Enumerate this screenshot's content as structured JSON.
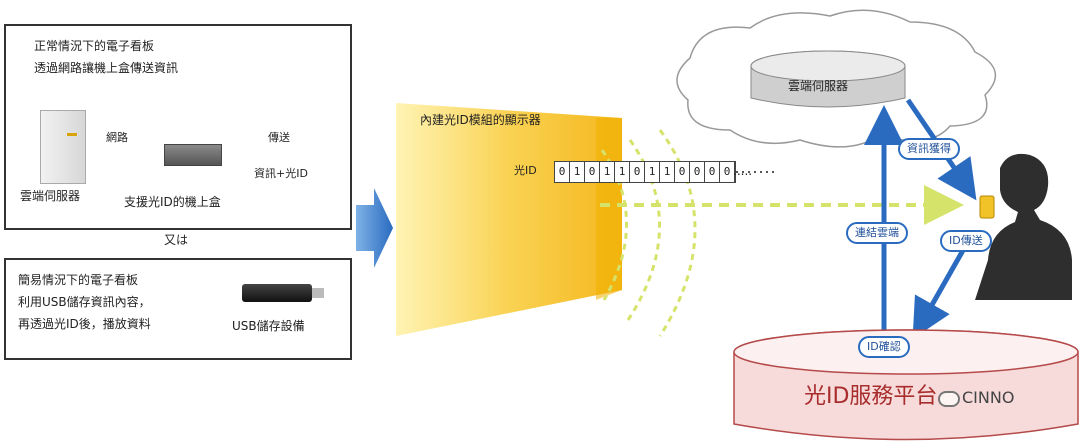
{
  "top_box": {
    "line1": "正常情況下的電子看板",
    "line2": "透過網路讓機上盒傳送資訊",
    "net_label": "網路",
    "send_label": "傳送",
    "data_label": "資訊+光ID",
    "server_label": "雲端伺服器",
    "stb_label": "支援光ID的機上盒"
  },
  "or_label": "又は",
  "bottom_box": {
    "line1": "簡易情況下的電子看板",
    "line2": "利用USB儲存資訊內容，",
    "line3": "再透過光ID後，播放資料",
    "usb_label": "USB儲存設備"
  },
  "display_label": "內建光ID模組的顯示器",
  "light_id": {
    "prefix": "光ID",
    "bits": [
      "0",
      "1",
      "0",
      "1",
      "1",
      "0",
      "1",
      "1",
      "0",
      "0",
      "0",
      "0"
    ],
    "ellipsis": "....."
  },
  "cloud_server": "雲端伺服器",
  "bubbles": {
    "info_get": "資訊獲得",
    "connect_cloud": "連結雲端",
    "id_send": "ID傳送",
    "id_confirm": "ID確認"
  },
  "service_platform": "光ID服務平台",
  "watermark": "CINNO",
  "colors": {
    "arrow_blue": "#2a6bc0",
    "display_yellow": "#f7c21e",
    "platform_red": "#c0393a",
    "light_dash": "#d6e36a"
  }
}
